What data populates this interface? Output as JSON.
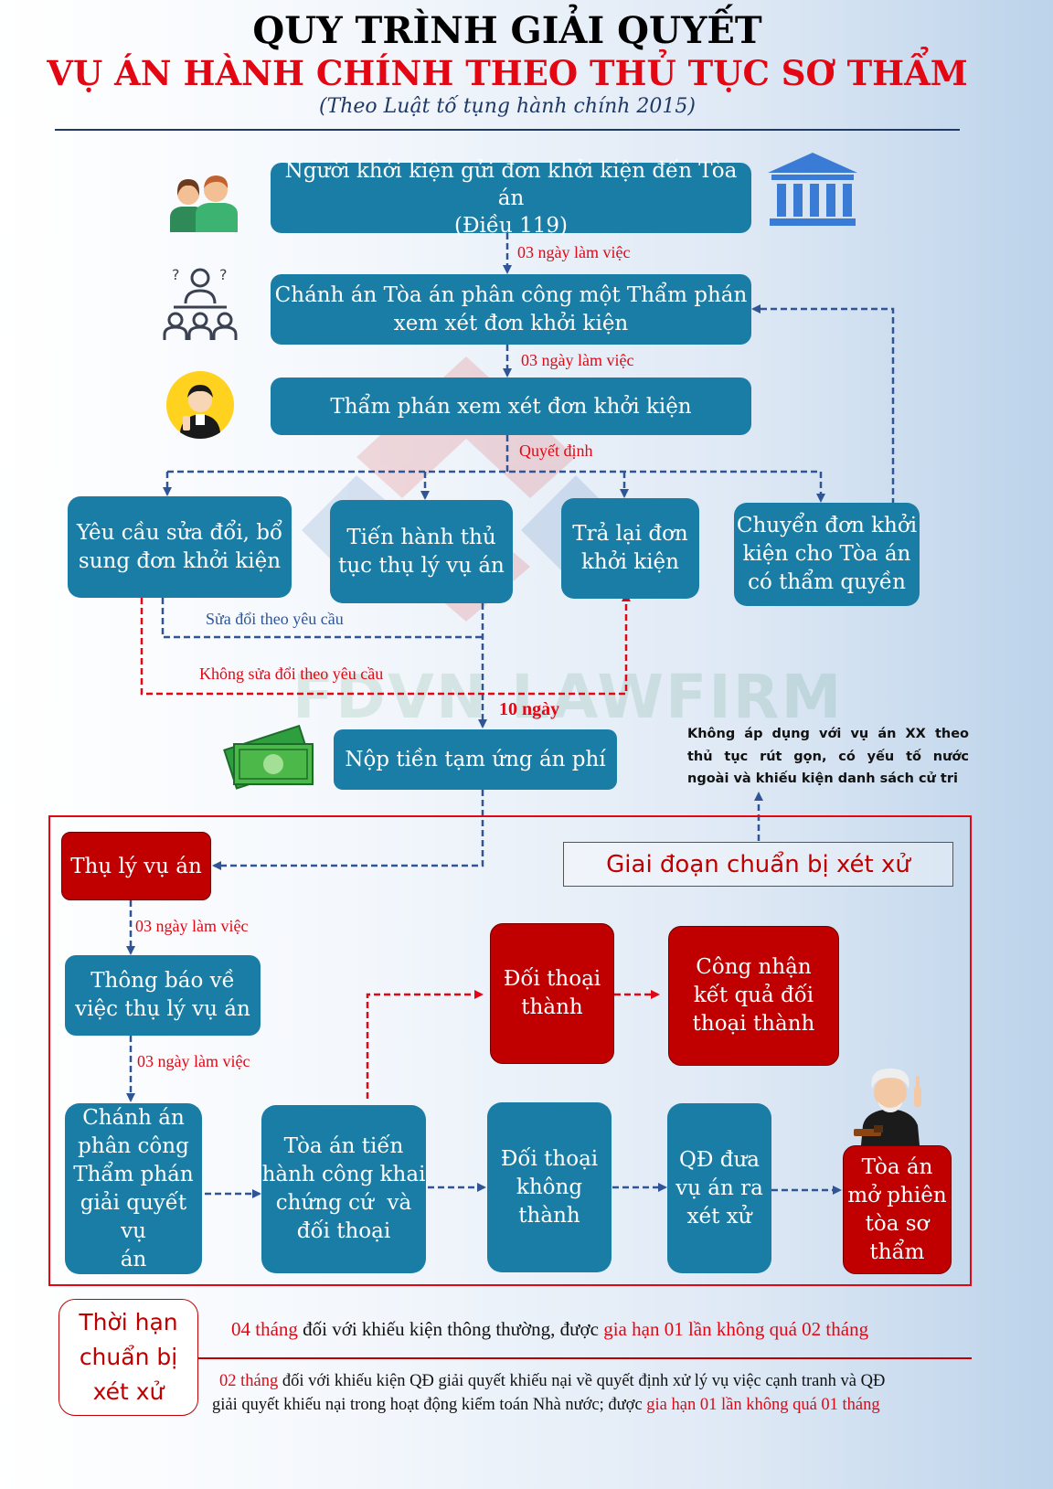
{
  "header": {
    "title_line1": "QUY TRÌNH GIẢI QUYẾT",
    "title_line2": "VỤ ÁN HÀNH CHÍNH THEO THỦ TỤC SƠ THẨM",
    "subtitle": "(Theo Luật tố tụng hành chính 2015)"
  },
  "steps": {
    "file_lawsuit_l1": "Người khởi kiện gửi đơn khởi kiện đến Tòa án",
    "file_lawsuit_l2": "(Điều 119)",
    "assign_judge_l1": "Chánh án Tòa án phân công một Thẩm phán",
    "assign_judge_l2": "xem xét đơn khởi kiện",
    "judge_review": "Thẩm phán xem xét đơn khởi kiện",
    "request_amend_l1": "Yêu cầu sửa đổi, bổ",
    "request_amend_l2": "sung đơn khởi kiện",
    "proceed_l1": "Tiến hành thủ",
    "proceed_l2": "tục thụ lý vụ án",
    "return_l1": "Trả lại đơn",
    "return_l2": "khởi kiện",
    "transfer_l1": "Chuyển đơn khởi",
    "transfer_l2": "kiện cho Tòa án",
    "transfer_l3": "có thẩm quyền",
    "pay_fee": "Nộp tiền tạm ứng án phí",
    "accept_case": "Thụ lý vụ án",
    "notify_l1": "Thông báo về",
    "notify_l2": "việc thụ lý vụ án",
    "chief_assign_l1": "Chánh án",
    "chief_assign_l2": "phân công",
    "chief_assign_l3": "Thẩm phán",
    "chief_assign_l4": "giải quyết vụ",
    "chief_assign_l5": "án",
    "disclose_l1": "Tòa án tiến",
    "disclose_l2": "hành công khai",
    "disclose_l3": "chứng cứ  và",
    "disclose_l4": "đối thoại",
    "dialogue_fail_l1": "Đối thoại",
    "dialogue_fail_l2": "không",
    "dialogue_fail_l3": "thành",
    "trial_decision_l1": "QĐ đưa",
    "trial_decision_l2": "vụ án ra",
    "trial_decision_l3": "xét xử",
    "open_trial_l1": "Tòa án",
    "open_trial_l2": "mở phiên",
    "open_trial_l3": "tòa sơ",
    "open_trial_l4": "thẩm",
    "dialogue_success_l1": "Đối thoại",
    "dialogue_success_l2": "thành",
    "recognize_l1": "Công nhận",
    "recognize_l2": "kết quả đối",
    "recognize_l3": "thoại thành"
  },
  "labels": {
    "three_days_1": "03 ngày làm việc",
    "three_days_2": "03 ngày làm việc",
    "decision": "Quyết định",
    "amend_as_requested": "Sửa đổi theo yêu cầu",
    "not_amend": "Không sửa đổi theo yêu cầu",
    "ten_days": "10 ngày",
    "three_days_3": "03 ngày làm việc",
    "three_days_4": "03 ngày làm việc",
    "prep_stage": "Giai đoạn chuẩn bị xét xử",
    "note_l1": "Không áp dụng với vụ án XX theo",
    "note_l2": "thủ tục rút gọn, có yếu tố nước",
    "note_l3": "ngoài và khiếu kiện danh sách cử tri"
  },
  "watermark": "FDVN LAWFIRM",
  "deadline": {
    "title_l1": "Thời hạn",
    "title_l2": "chuẩn bị",
    "title_l3": "xét xử",
    "row1_red1": "04 tháng",
    "row1_black": " đối với khiếu kiện thông thường, được ",
    "row1_red2": "gia hạn 01 lần không quá 02 tháng",
    "row2_red1": "02 tháng",
    "row2_black1": " đối với khiếu kiện QĐ giải quyết khiếu nại về quyết định xử lý vụ việc cạnh tranh và QĐ",
    "row2_black2": "giải quyết khiếu nại trong hoạt động kiểm toán Nhà nước; được ",
    "row2_red2": "gia hạn 01 lần không quá 01 tháng"
  },
  "colors": {
    "box_blue": "#1a7da6",
    "box_red": "#c00000",
    "arrow_blue": "#2f5597",
    "arrow_red": "#e30613"
  }
}
